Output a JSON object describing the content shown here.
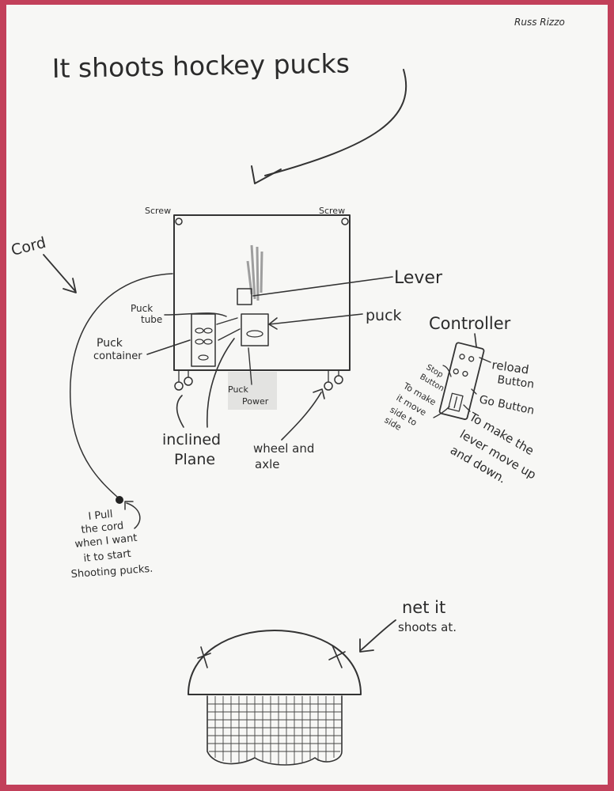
{
  "author": "Russ Rizzo",
  "title": "It shoots hockey pucks",
  "labels": {
    "screw_left": "Screw",
    "screw_right": "Screw",
    "cord": "Cord",
    "lever": "Lever",
    "puck": "puck",
    "puck_tube_1": "Puck",
    "puck_tube_2": "tube",
    "puck_container_1": "Puck",
    "puck_container_2": "container",
    "puck_power_1": "Puck",
    "puck_power_2": "Power",
    "inclined_plane_1": "inclined",
    "inclined_plane_2": "Plane",
    "wheel_axle_1": "wheel and",
    "wheel_axle_2": "axle",
    "controller": "Controller",
    "reload_1": "reload",
    "reload_2": "Button",
    "stop_1": "Stop",
    "stop_2": "Button",
    "go_button": "Go Button",
    "side_1": "To make",
    "side_2": "it move",
    "side_3": "side to",
    "side_4": "side",
    "lever_move_1": "To make the",
    "lever_move_2": "lever move up",
    "lever_move_3": "and down.",
    "pull_1": "I Pull",
    "pull_2": "the cord",
    "pull_3": "when I want",
    "pull_4": "it to start",
    "pull_5": "Shooting pucks.",
    "net_1": "net it",
    "net_2": "shoots at."
  }
}
